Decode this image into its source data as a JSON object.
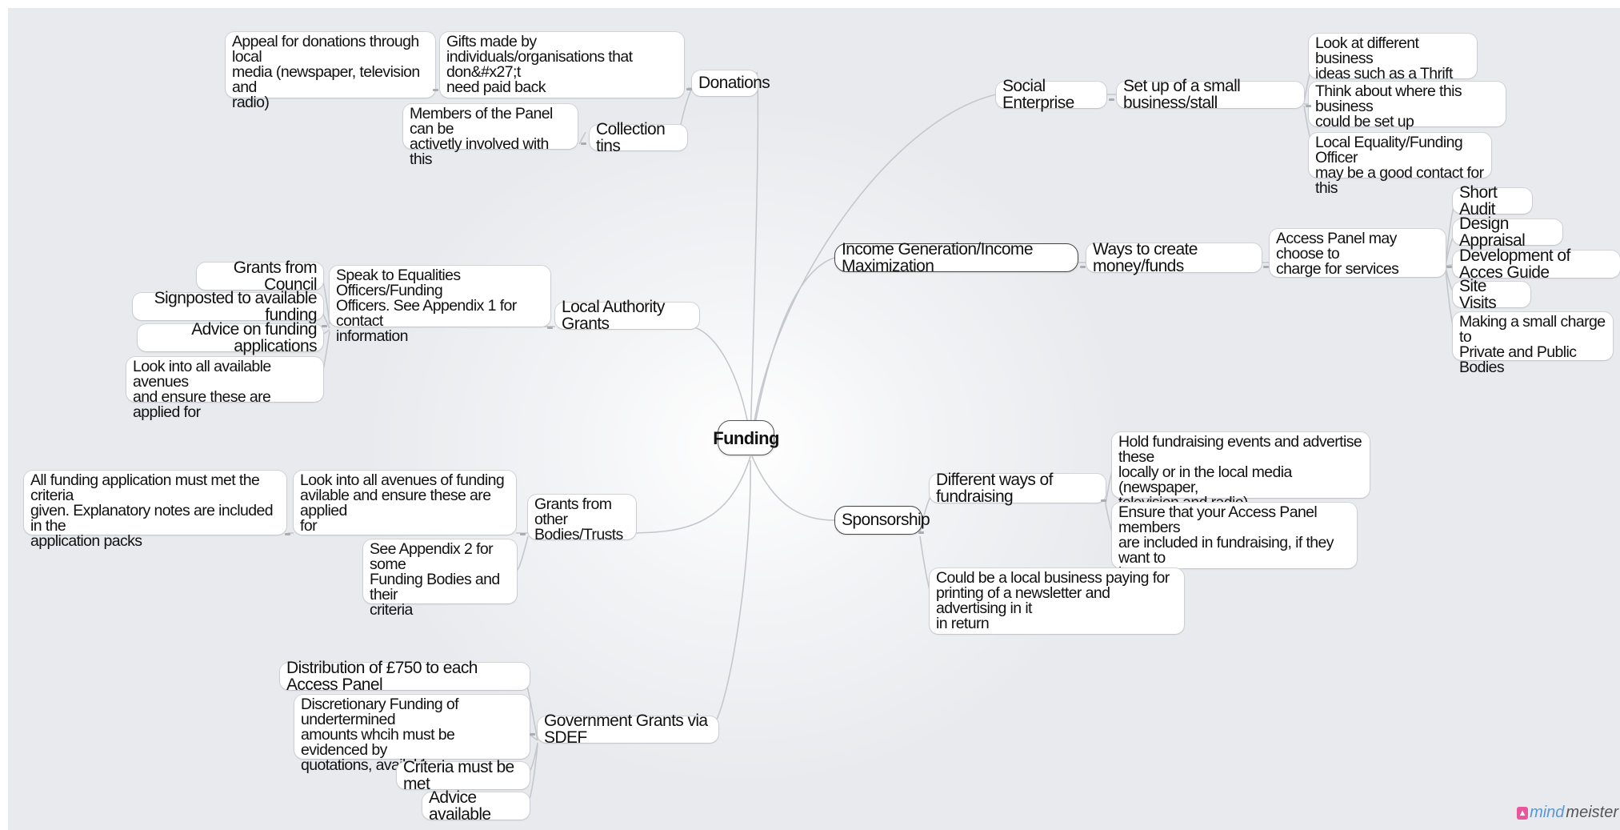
{
  "mindmap": {
    "root": "Funding",
    "nodes": {
      "donations": "Donations",
      "gifts": "Gifts made by\nindividuals/organisations that don&#x27;t\nneed paid back",
      "appeal": "Appeal for donations through local\nmedia (newspaper, television and\nradio)",
      "collection_tins": "Collection tins",
      "members_panel": "Members of the Panel can be\nactivetly involved with this",
      "local_authority": "Local Authority Grants",
      "speak_equalities": "Speak to Equalities Officers/Funding\nOfficers.  See Appendix 1 for contact\ninformation",
      "grants_council": "Grants from Council",
      "signposted": "Signposted to available funding",
      "advice_applications": "Advice on funding applications",
      "look_avenues": "Look into all available avenues\nand ensure these are applied for",
      "grants_other": "Grants from other\nBodies/Trusts",
      "look_avenues_2": "Look into all avenues of funding\navilable and ensure these are applied\nfor",
      "all_funding_criteria": "All funding application must met the criteria\ngiven.  Explanatory notes are included in the\napplication packs",
      "appendix2": "See Appendix 2 for some\nFunding Bodies and their\ncriteria",
      "gov_grants": "Government Grants via SDEF",
      "distribution": "Distribution of £750 to each Access Panel",
      "discretionary": "Discretionary Funding of undertermined\namounts whcih must be evidenced by\nquotations, available",
      "criteria_met": "Criteria must be met",
      "advice_available": "Advice available",
      "social_enterprise": "Social Enterprise",
      "small_business": "Set up of a small business/stall",
      "business_ideas": "Look at different business\nideas such as a Thrift Shop",
      "where_business": "Think about where this business\ncould be set up",
      "equality_officer": "Local Equality/Funding Officer\nmay be a good contact for this",
      "income_generation": "Income Generation/Income Maximization",
      "ways_money": "Ways to create money/funds",
      "charge_services": "Access Panel may choose to\ncharge for services",
      "short_audit": "Short Audit",
      "design_appraisal": "Design Appraisal",
      "acces_guide": "Development of Acces Guide",
      "site_visits": "Site Visits",
      "small_charge": "Making a small charge to\nPrivate and Public Bodies",
      "sponsorship": "Sponsorship",
      "ways_fundraising": "Different ways of fundraising",
      "hold_events": "Hold fundraising events and advertise these\nlocally or  in the local media (newspaper,\ntelevision and radio)",
      "ensure_members": "Ensure that your Access Panel members\nare included in fundraising, if they want to\nbe",
      "local_business": "Could be a local business paying for\nprinting of a newsletter and advertising in it\nin return"
    }
  },
  "logo": {
    "icon": "mindmeister-logo-icon",
    "part1": "mind",
    "part2": "meister"
  },
  "colors": {
    "connector": "#c4c7cc",
    "background": "#eceef1",
    "logo_pink": "#e8569c",
    "logo_blue": "#5a97d6"
  }
}
